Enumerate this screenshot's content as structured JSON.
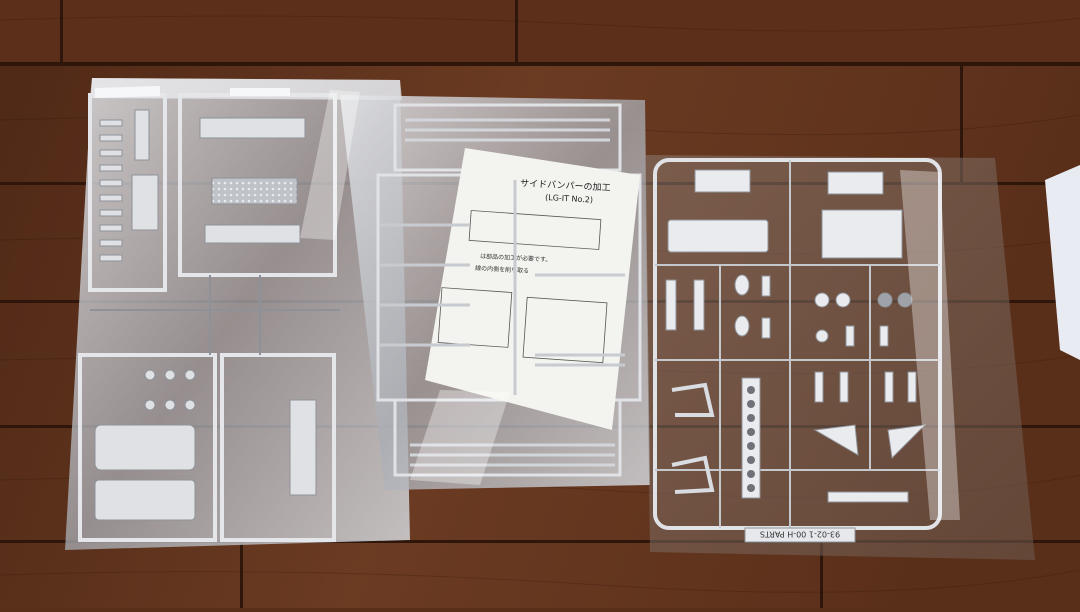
{
  "scene": {
    "description_free": true,
    "colors": {
      "wood_dark": "#4a2414",
      "wood_mid": "#6a3a22",
      "wood_light": "#7e4a2c",
      "bag": "#c9ccd2",
      "sprue": "#d9dce0",
      "sprue_shadow": "#8e9298",
      "paper": "#f3f3ef"
    }
  },
  "instruction_sheet": {
    "title": "サイドバンパーの加工",
    "subtitle": "(LG-IT No.2)",
    "note_line1": "は部品の加工が必要です。",
    "note_line2": "線の内側を削り取る"
  },
  "parts_label": {
    "text": "93-02-1 00-H PARTS"
  }
}
